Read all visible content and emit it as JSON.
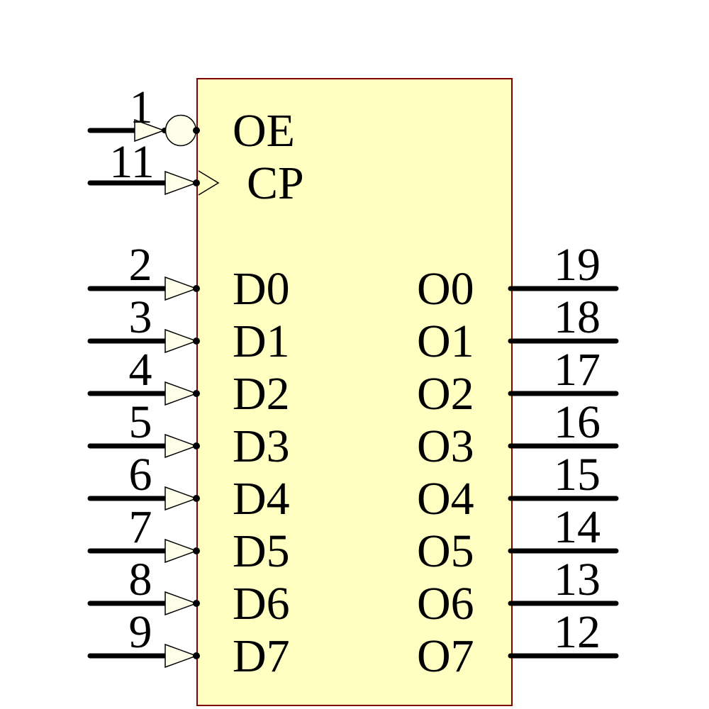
{
  "diagram": {
    "type": "logic-symbol",
    "colors": {
      "background": "#FFFFFF",
      "body_fill": "#FFFFC1",
      "body_border": "#7F0000",
      "wire": "#000000",
      "symbol_fill": "#FDFDE8",
      "text": "#000000"
    },
    "chip": {
      "control_pins": [
        {
          "number": "1",
          "label": "OE",
          "modifier": "inversion-bubble"
        },
        {
          "number": "11",
          "label": "CP",
          "modifier": "clock-edge"
        }
      ],
      "input_pins": [
        {
          "number": "2",
          "label": "D0"
        },
        {
          "number": "3",
          "label": "D1"
        },
        {
          "number": "4",
          "label": "D2"
        },
        {
          "number": "5",
          "label": "D3"
        },
        {
          "number": "6",
          "label": "D4"
        },
        {
          "number": "7",
          "label": "D5"
        },
        {
          "number": "8",
          "label": "D6"
        },
        {
          "number": "9",
          "label": "D7"
        }
      ],
      "output_pins": [
        {
          "number": "19",
          "label": "O0"
        },
        {
          "number": "18",
          "label": "O1"
        },
        {
          "number": "17",
          "label": "O2"
        },
        {
          "number": "16",
          "label": "O3"
        },
        {
          "number": "15",
          "label": "O4"
        },
        {
          "number": "14",
          "label": "O5"
        },
        {
          "number": "13",
          "label": "O6"
        },
        {
          "number": "12",
          "label": "O7"
        }
      ]
    }
  }
}
